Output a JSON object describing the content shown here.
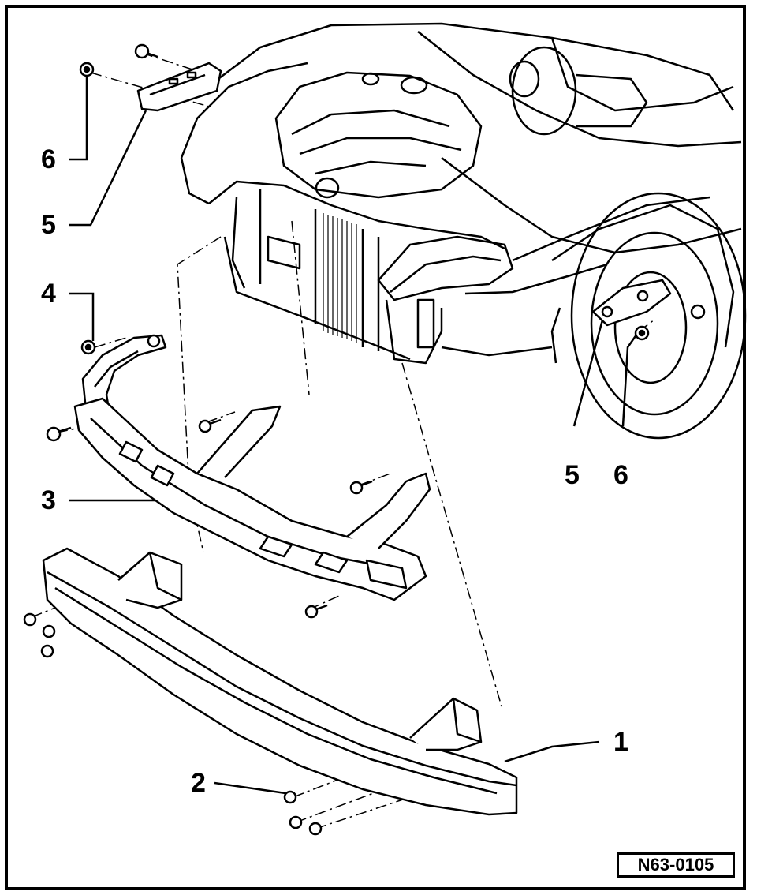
{
  "figure": {
    "reference": "N63-0105",
    "callouts": [
      {
        "id": "label-6-top",
        "text": "6"
      },
      {
        "id": "label-5-top",
        "text": "5"
      },
      {
        "id": "label-4",
        "text": "4"
      },
      {
        "id": "label-3",
        "text": "3"
      },
      {
        "id": "label-2",
        "text": "2"
      },
      {
        "id": "label-1",
        "text": "1"
      },
      {
        "id": "label-5-right",
        "text": "5"
      },
      {
        "id": "label-6-right",
        "text": "6"
      }
    ]
  }
}
